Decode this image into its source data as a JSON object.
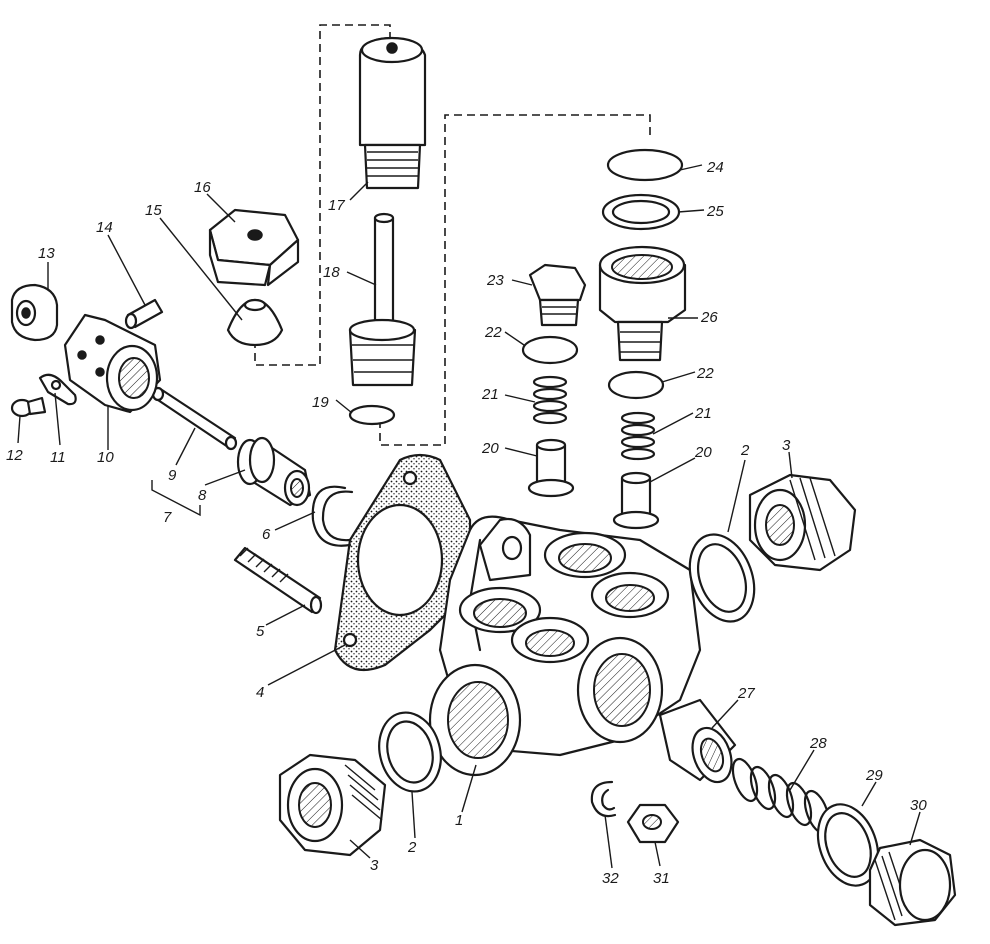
{
  "labels": {
    "p1": "1",
    "p2a": "2",
    "p2b": "2",
    "p3a": "3",
    "p3b": "3",
    "p4": "4",
    "p5": "5",
    "p6": "6",
    "p7": "7",
    "p8": "8",
    "p9": "9",
    "p10": "10",
    "p11": "11",
    "p12": "12",
    "p13": "13",
    "p14": "14",
    "p15": "15",
    "p16": "16",
    "p17": "17",
    "p18": "18",
    "p19": "19",
    "p20a": "20",
    "p20b": "20",
    "p21a": "21",
    "p21b": "21",
    "p22a": "22",
    "p22b": "22",
    "p23": "23",
    "p24": "24",
    "p25": "25",
    "p26": "26",
    "p27": "27",
    "p28": "28",
    "p29": "29",
    "p30": "30",
    "p31": "31",
    "p32": "32"
  }
}
